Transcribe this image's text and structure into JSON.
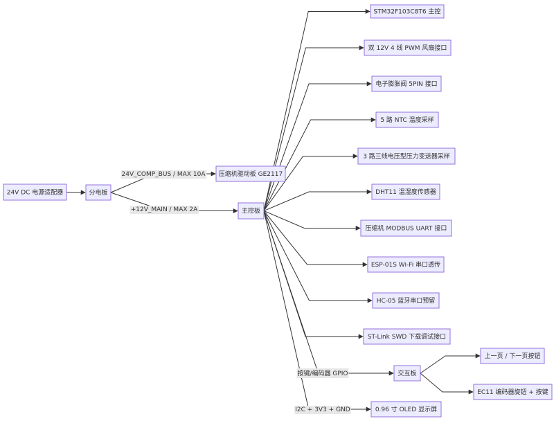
{
  "nodes": [
    {
      "id": "adapter",
      "label": "24V DC 电源适配器"
    },
    {
      "id": "dist",
      "label": "分电板"
    },
    {
      "id": "comp",
      "label": "压缩机驱动板 GE2117"
    },
    {
      "id": "main",
      "label": "主控板"
    },
    {
      "id": "stm32",
      "label": "STM32F103C8T6 主控"
    },
    {
      "id": "fan",
      "label": "双 12V 4 线 PWM 风扇接口"
    },
    {
      "id": "valve",
      "label": "电子膨胀阀 5PIN 接口"
    },
    {
      "id": "ntc",
      "label": "5 路 NTC 温度采样"
    },
    {
      "id": "press",
      "label": "3 路三线电压型压力变送器采样"
    },
    {
      "id": "dht",
      "label": "DHT11 温湿度传感器"
    },
    {
      "id": "modbus",
      "label": "压缩机 MODBUS UART 接口"
    },
    {
      "id": "esp",
      "label": "ESP-01S Wi-Fi 串口透传"
    },
    {
      "id": "hc05",
      "label": "HC-05 蓝牙串口预留"
    },
    {
      "id": "stlink",
      "label": "ST-Link SWD 下载调试接口"
    },
    {
      "id": "ui",
      "label": "交互板"
    },
    {
      "id": "oled",
      "label": "0.96 寸 OLED 显示屏"
    },
    {
      "id": "pagebtn",
      "label": "上一页 / 下一页按钮"
    },
    {
      "id": "ec11",
      "label": "EC11 编码器旋钮 + 按键"
    }
  ],
  "edges": [
    {
      "from": "adapter",
      "to": "dist",
      "label": ""
    },
    {
      "from": "dist",
      "to": "comp",
      "label": "24V_COMP_BUS / MAX 10A"
    },
    {
      "from": "dist",
      "to": "main",
      "label": "+12V_MAIN / MAX 2A"
    },
    {
      "from": "main",
      "to": "stm32",
      "label": ""
    },
    {
      "from": "main",
      "to": "fan",
      "label": ""
    },
    {
      "from": "main",
      "to": "valve",
      "label": ""
    },
    {
      "from": "main",
      "to": "ntc",
      "label": ""
    },
    {
      "from": "main",
      "to": "press",
      "label": ""
    },
    {
      "from": "main",
      "to": "dht",
      "label": ""
    },
    {
      "from": "main",
      "to": "modbus",
      "label": ""
    },
    {
      "from": "main",
      "to": "esp",
      "label": ""
    },
    {
      "from": "main",
      "to": "hc05",
      "label": ""
    },
    {
      "from": "main",
      "to": "stlink",
      "label": ""
    },
    {
      "from": "main",
      "to": "ui",
      "label": "按键/编码器 GPIO"
    },
    {
      "from": "main",
      "to": "oled",
      "label": "I2C + 3V3 + GND"
    },
    {
      "from": "ui",
      "to": "pagebtn",
      "label": ""
    },
    {
      "from": "ui",
      "to": "ec11",
      "label": ""
    }
  ]
}
